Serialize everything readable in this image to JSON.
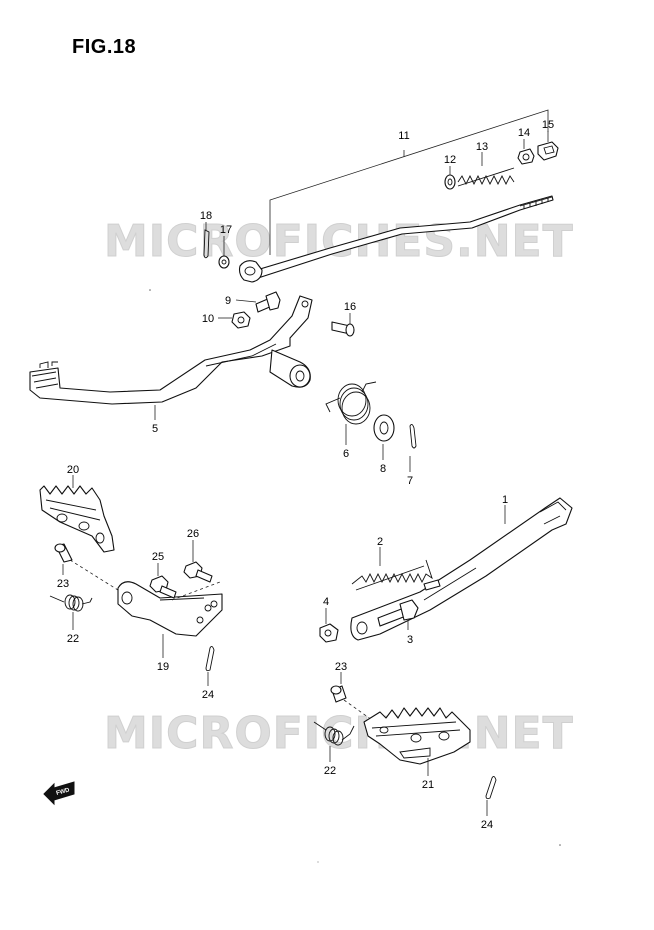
{
  "figure": {
    "title": "FIG.18"
  },
  "watermark": {
    "text": "MICROFICHES.NET"
  },
  "fwd_badge": {
    "text": "FWD"
  },
  "callouts": [
    {
      "id": "c1",
      "label": "1"
    },
    {
      "id": "c2",
      "label": "2"
    },
    {
      "id": "c3",
      "label": "3"
    },
    {
      "id": "c4",
      "label": "4"
    },
    {
      "id": "c5",
      "label": "5"
    },
    {
      "id": "c6",
      "label": "6"
    },
    {
      "id": "c7",
      "label": "7"
    },
    {
      "id": "c8",
      "label": "8"
    },
    {
      "id": "c9",
      "label": "9"
    },
    {
      "id": "c10",
      "label": "10"
    },
    {
      "id": "c11",
      "label": "11"
    },
    {
      "id": "c12",
      "label": "12"
    },
    {
      "id": "c13",
      "label": "13"
    },
    {
      "id": "c14",
      "label": "14"
    },
    {
      "id": "c15",
      "label": "15"
    },
    {
      "id": "c16",
      "label": "16"
    },
    {
      "id": "c17",
      "label": "17"
    },
    {
      "id": "c18",
      "label": "18"
    },
    {
      "id": "c19",
      "label": "19"
    },
    {
      "id": "c20",
      "label": "20"
    },
    {
      "id": "c21",
      "label": "21"
    },
    {
      "id": "c22a",
      "label": "22"
    },
    {
      "id": "c22b",
      "label": "22"
    },
    {
      "id": "c23a",
      "label": "23"
    },
    {
      "id": "c23b",
      "label": "23"
    },
    {
      "id": "c24a",
      "label": "24"
    },
    {
      "id": "c24b",
      "label": "24"
    },
    {
      "id": "c25",
      "label": "25"
    },
    {
      "id": "c26",
      "label": "26"
    }
  ]
}
